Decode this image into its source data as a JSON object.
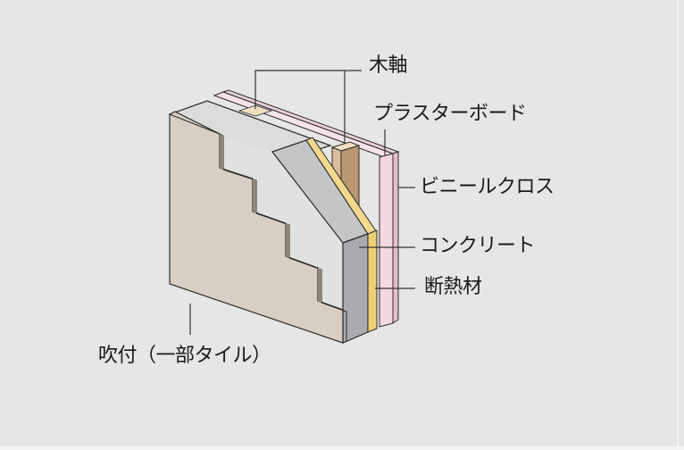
{
  "diagram": {
    "title": "Wall cross-section",
    "background_color": "#e6e6e6",
    "labels": [
      {
        "id": "wood-frame",
        "text": "木軸"
      },
      {
        "id": "plasterboard",
        "text": "プラスターボード"
      },
      {
        "id": "vinyl-cloth",
        "text": "ビニールクロス"
      },
      {
        "id": "concrete",
        "text": "コンクリート"
      },
      {
        "id": "insulation",
        "text": "断熱材"
      },
      {
        "id": "spray-finish",
        "text": "吹付（一部タイル）"
      }
    ],
    "colors": {
      "spray_finish": "#d8cfc4",
      "concrete_top": "#dedede",
      "concrete_front": "#a9abae",
      "concrete_chamfer": "#c4c6c8",
      "insulation": "#f3d88e",
      "wood": "#d8bd9c",
      "plasterboard": "#f4d9e3",
      "vinyl_cloth": "#e9c6d4",
      "outline": "#2a2a2a",
      "leader": "#333333"
    }
  }
}
